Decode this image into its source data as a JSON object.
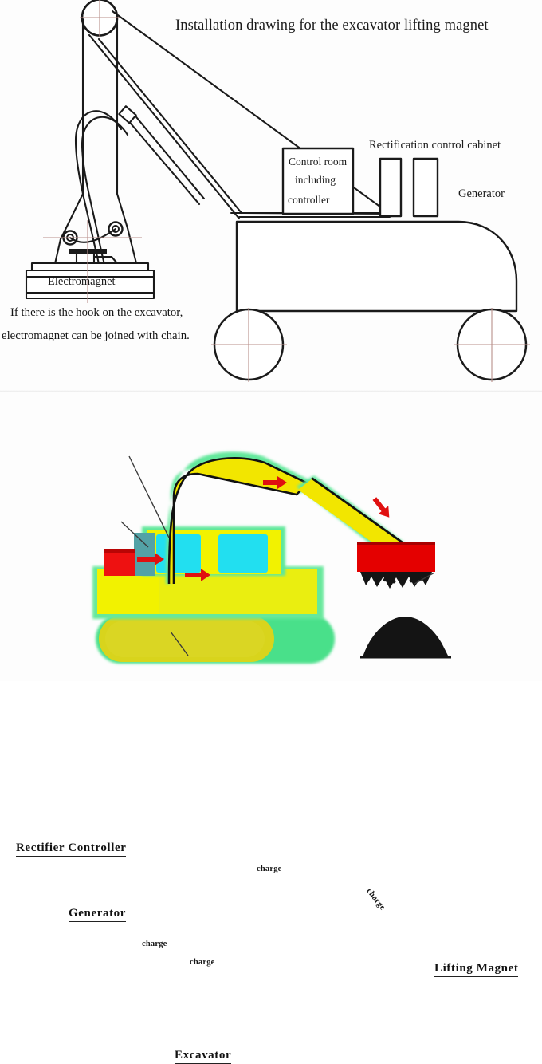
{
  "document": {
    "type": "technical-installation-diagram",
    "panel_count": 2
  },
  "top_diagram": {
    "title": "Installation drawing for the excavator lifting magnet",
    "labels": {
      "control_room_line1": "Control room",
      "control_room_line2": "including",
      "control_room_line3": "controller",
      "rectification_cabinet": "Rectification control cabinet",
      "generator": "Generator",
      "electromagnet": "Electromagnet"
    },
    "note": {
      "line1": "If there is the hook on the excavator,",
      "line2": "electromagnet can be joined with chain."
    },
    "colors": {
      "line": "#1a1a1a",
      "centerline": "#b08a86",
      "background": "#fdfdfd"
    },
    "components": [
      "boom-pulley-wheel",
      "boom-arm",
      "hydraulic-cylinder",
      "electromagnet-plate",
      "machine-body",
      "control-room-box",
      "rectification-control-cabinet",
      "generator-box",
      "front-wheel",
      "rear-wheel"
    ]
  },
  "bottom_diagram": {
    "callouts": {
      "rectifier_controller": "Rectifier  Controller",
      "generator": "Generator",
      "lifting_magnet": "Lifting  Magnet",
      "excavator": "Excavator"
    },
    "charge_arrows": [
      {
        "label": "charge",
        "target": "generator-unit"
      },
      {
        "label": "charge",
        "target": "rectifier-controller-unit"
      },
      {
        "label": "charge",
        "target": "boom-cable"
      },
      {
        "label": "charge",
        "target": "arm-cable-to-magnet"
      }
    ],
    "colors": {
      "body_yellow": "#f2f200",
      "body_yellow_dark": "#d6d21a",
      "outline_green": "#3ddc84",
      "cab_cyan": "#1fe0f0",
      "controller_teal": "#4aa8a8",
      "generator_red": "#ee1111",
      "magnet_red": "#e00000",
      "scrap_black": "#141414",
      "callout_line": "#3a3a3a"
    },
    "components": [
      "rectifier-controller-unit",
      "generator-unit",
      "excavator-cab",
      "excavator-boom",
      "excavator-arm",
      "crawler-track",
      "lifting-magnet",
      "scrap-metal-pile"
    ]
  }
}
